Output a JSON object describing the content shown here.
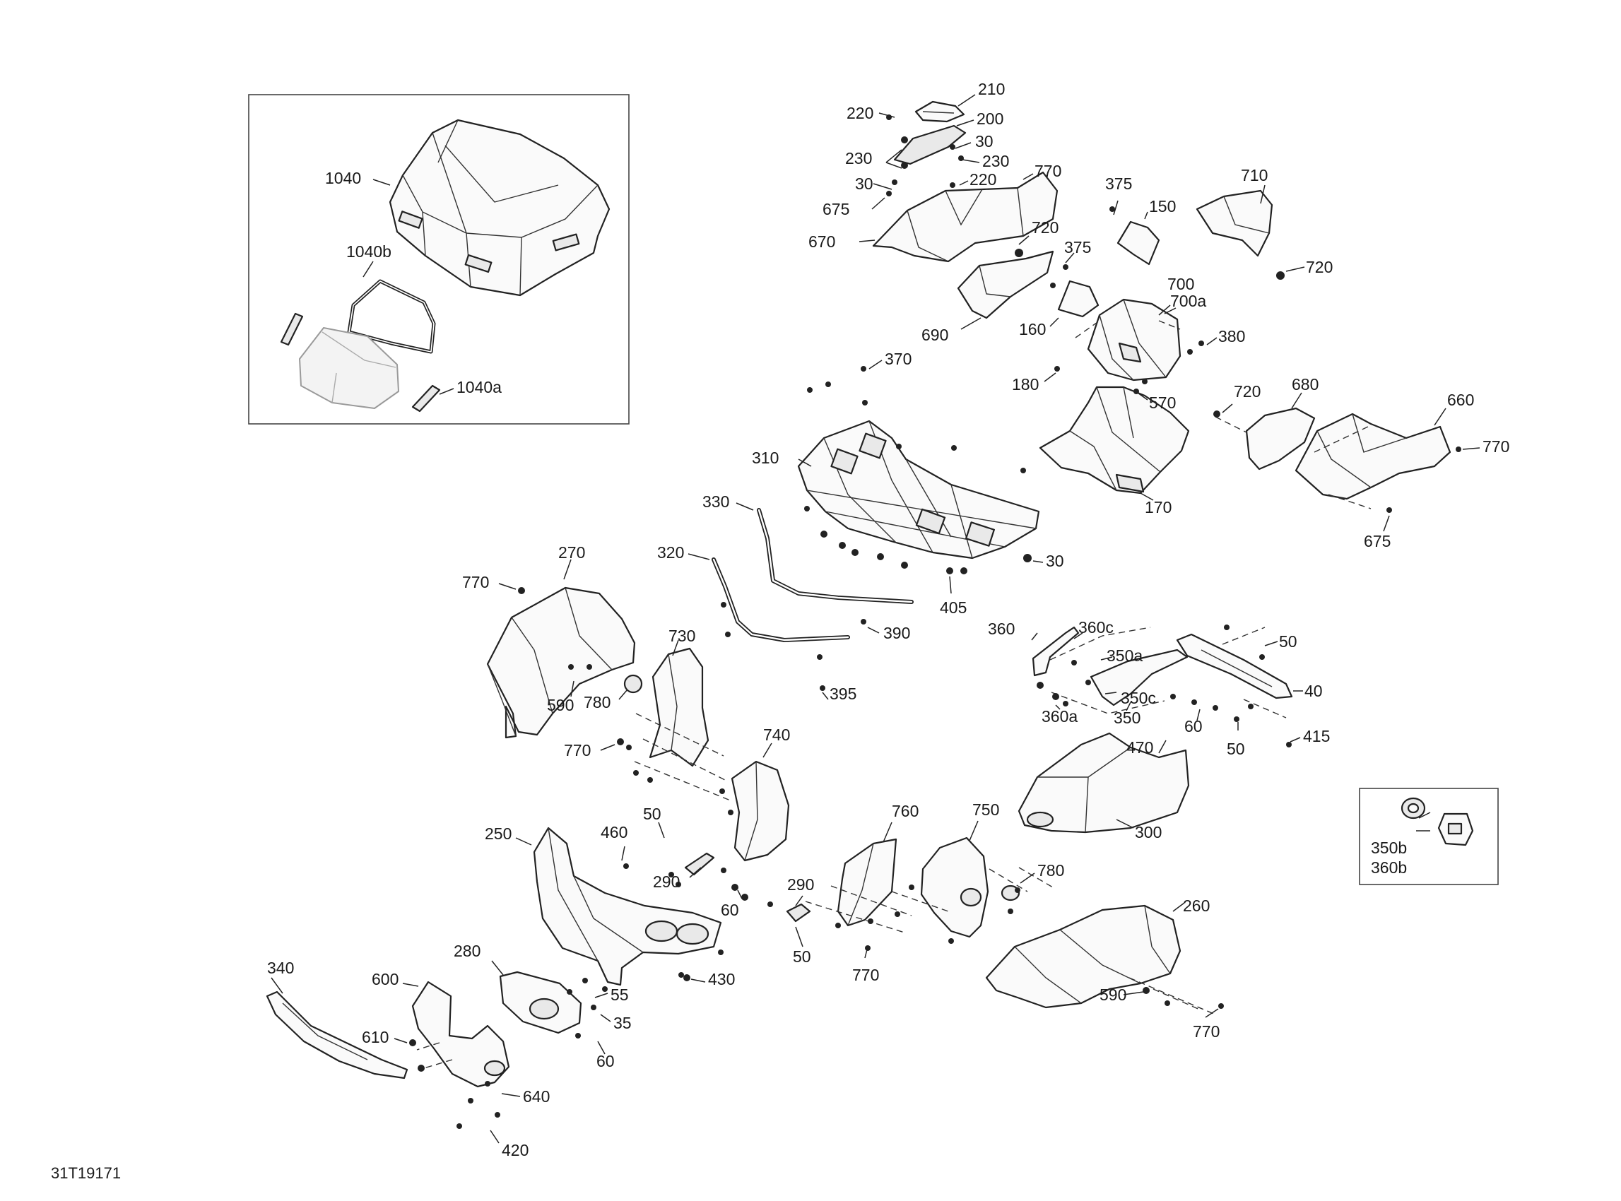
{
  "reference_code": "31T19171",
  "callouts": [
    {
      "id": "c210",
      "text": "210"
    },
    {
      "id": "c220a",
      "text": "220"
    },
    {
      "id": "c200",
      "text": "200"
    },
    {
      "id": "c30a",
      "text": "30"
    },
    {
      "id": "c230a",
      "text": "230"
    },
    {
      "id": "c230b",
      "text": "230"
    },
    {
      "id": "c30b",
      "text": "30"
    },
    {
      "id": "c220b",
      "text": "220"
    },
    {
      "id": "c770a",
      "text": "770"
    },
    {
      "id": "c675a",
      "text": "675"
    },
    {
      "id": "c670",
      "text": "670"
    },
    {
      "id": "c720a",
      "text": "720"
    },
    {
      "id": "c690",
      "text": "690"
    },
    {
      "id": "c375a",
      "text": "375"
    },
    {
      "id": "c150",
      "text": "150"
    },
    {
      "id": "c375b",
      "text": "375"
    },
    {
      "id": "c710",
      "text": "710"
    },
    {
      "id": "c720b",
      "text": "720"
    },
    {
      "id": "c700",
      "text": "700"
    },
    {
      "id": "c700a",
      "text": "700a"
    },
    {
      "id": "c160",
      "text": "160"
    },
    {
      "id": "c380",
      "text": "380"
    },
    {
      "id": "c180",
      "text": "180"
    },
    {
      "id": "c570",
      "text": "570"
    },
    {
      "id": "c720c",
      "text": "720"
    },
    {
      "id": "c680",
      "text": "680"
    },
    {
      "id": "c660",
      "text": "660"
    },
    {
      "id": "c770b",
      "text": "770"
    },
    {
      "id": "c170",
      "text": "170"
    },
    {
      "id": "c675b",
      "text": "675"
    },
    {
      "id": "c370",
      "text": "370"
    },
    {
      "id": "c310",
      "text": "310"
    },
    {
      "id": "c330",
      "text": "330"
    },
    {
      "id": "c30c",
      "text": "30"
    },
    {
      "id": "c405",
      "text": "405"
    },
    {
      "id": "c320",
      "text": "320"
    },
    {
      "id": "c390",
      "text": "390"
    },
    {
      "id": "c395",
      "text": "395"
    },
    {
      "id": "c270",
      "text": "270"
    },
    {
      "id": "c770c",
      "text": "770"
    },
    {
      "id": "c590a",
      "text": "590"
    },
    {
      "id": "c730",
      "text": "730"
    },
    {
      "id": "c780a",
      "text": "780"
    },
    {
      "id": "c770d",
      "text": "770"
    },
    {
      "id": "c740",
      "text": "740"
    },
    {
      "id": "c360",
      "text": "360"
    },
    {
      "id": "c360c",
      "text": "360c"
    },
    {
      "id": "c350a",
      "text": "350a"
    },
    {
      "id": "c50a",
      "text": "50"
    },
    {
      "id": "c40",
      "text": "40"
    },
    {
      "id": "c350c",
      "text": "350c"
    },
    {
      "id": "c360a",
      "text": "360a"
    },
    {
      "id": "c350",
      "text": "350"
    },
    {
      "id": "c60a",
      "text": "60"
    },
    {
      "id": "c50b",
      "text": "50"
    },
    {
      "id": "c415",
      "text": "415"
    },
    {
      "id": "c470",
      "text": "470"
    },
    {
      "id": "c300",
      "text": "300"
    },
    {
      "id": "c350b",
      "text": "350b"
    },
    {
      "id": "c360b",
      "text": "360b"
    },
    {
      "id": "c250",
      "text": "250"
    },
    {
      "id": "c460",
      "text": "460"
    },
    {
      "id": "c50c",
      "text": "50"
    },
    {
      "id": "c290a",
      "text": "290"
    },
    {
      "id": "c60b",
      "text": "60"
    },
    {
      "id": "c290b",
      "text": "290"
    },
    {
      "id": "c760",
      "text": "760"
    },
    {
      "id": "c750",
      "text": "750"
    },
    {
      "id": "c780b",
      "text": "780"
    },
    {
      "id": "c50d",
      "text": "50"
    },
    {
      "id": "c770e",
      "text": "770"
    },
    {
      "id": "c260",
      "text": "260"
    },
    {
      "id": "c590b",
      "text": "590"
    },
    {
      "id": "c770f",
      "text": "770"
    },
    {
      "id": "c430",
      "text": "430"
    },
    {
      "id": "c280",
      "text": "280"
    },
    {
      "id": "c55",
      "text": "55"
    },
    {
      "id": "c35",
      "text": "35"
    },
    {
      "id": "c60c",
      "text": "60"
    },
    {
      "id": "c340",
      "text": "340"
    },
    {
      "id": "c600",
      "text": "600"
    },
    {
      "id": "c610",
      "text": "610"
    },
    {
      "id": "c640",
      "text": "640"
    },
    {
      "id": "c420",
      "text": "420"
    },
    {
      "id": "c1040",
      "text": "1040"
    },
    {
      "id": "c1040b",
      "text": "1040b"
    },
    {
      "id": "c1040a",
      "text": "1040a"
    }
  ]
}
